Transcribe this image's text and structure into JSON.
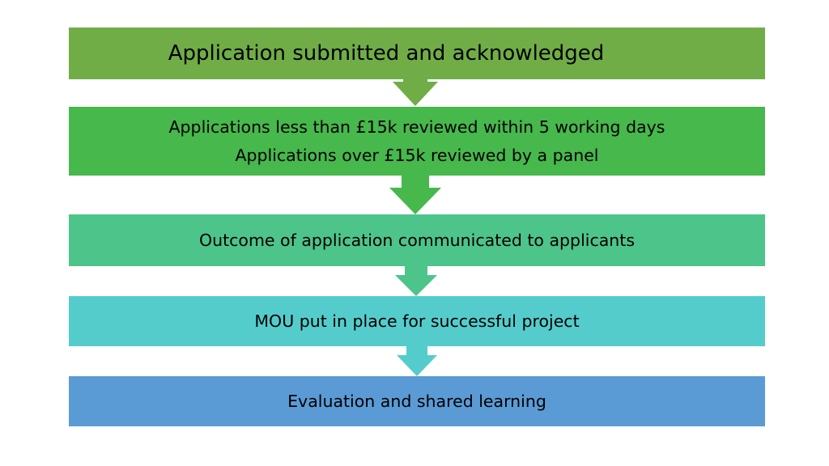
{
  "flow": {
    "steps": [
      {
        "lines": [
          "Application submitted and acknowledged"
        ],
        "color": "#70ad47"
      },
      {
        "lines": [
          "Applications less than £15k reviewed within 5 working days",
          "Applications over £15k reviewed by a panel"
        ],
        "color": "#47b84c"
      },
      {
        "lines": [
          "Outcome of application communicated to applicants"
        ],
        "color": "#4dc48a"
      },
      {
        "lines": [
          "MOU put in place for successful project"
        ],
        "color": "#55cccc"
      },
      {
        "lines": [
          "Evaluation and shared learning"
        ],
        "color": "#5b9bd5"
      }
    ],
    "arrow_colors": [
      "#70ad47",
      "#47b84c",
      "#4dc48a",
      "#55cccc"
    ]
  }
}
